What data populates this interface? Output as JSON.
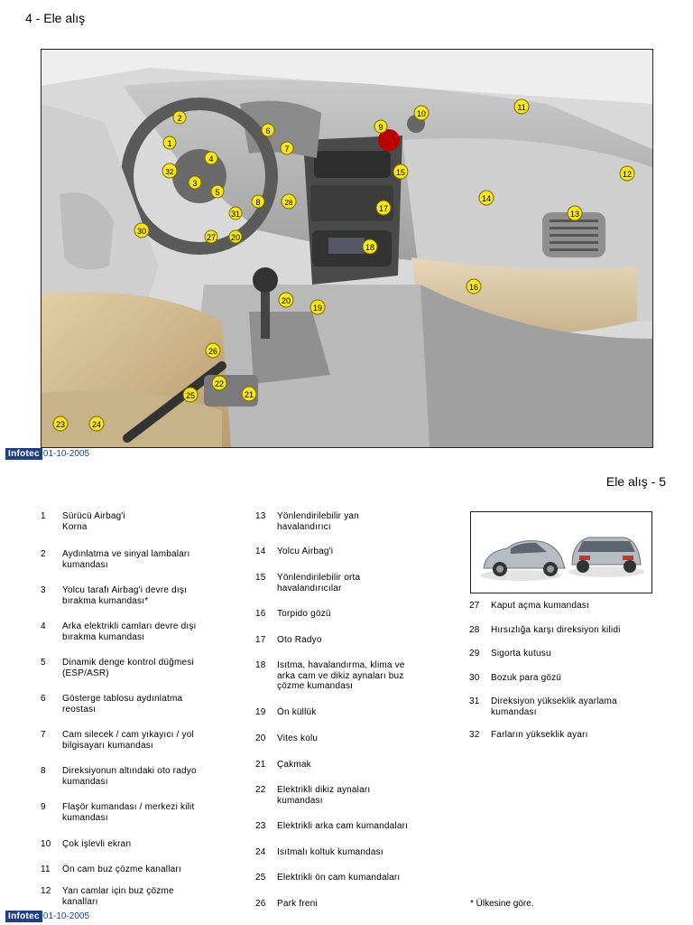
{
  "header": {
    "left_title": "4 - Ele alış",
    "right_title": "Ele alış - 5"
  },
  "footer": {
    "brand": "Infotec",
    "date": "01-10-2005"
  },
  "callouts": [
    "1",
    "2",
    "3",
    "4",
    "5",
    "6",
    "7",
    "8",
    "9",
    "10",
    "11",
    "12",
    "13",
    "14",
    "15",
    "16",
    "17",
    "18",
    "19",
    "20",
    "20",
    "21",
    "22",
    "23",
    "24",
    "25",
    "26",
    "27",
    "28",
    "30",
    "31",
    "32"
  ],
  "items_col1": [
    {
      "n": "1",
      "t": "Sürücü Airbag'i\nKorna"
    },
    {
      "n": "2",
      "t": "Aydınlatma ve sinyal lambaları\nkumandası"
    },
    {
      "n": "3",
      "t": "Yolcu tarafı Airbag'i devre dışı\nbırakma kumandası*"
    },
    {
      "n": "4",
      "t": "Arka elektrikli camları devre dışı\nbırakma kumandası"
    },
    {
      "n": "5",
      "t": "Dinamik denge kontrol düğmesi\n(ESP/ASR)"
    },
    {
      "n": "6",
      "t": "Gösterge tablosu aydınlatma\nreostası"
    },
    {
      "n": "7",
      "t": "Cam silecek / cam yıkayıcı / yol\nbilgisayarı kumandası"
    },
    {
      "n": "8",
      "t": "Direksiyonun altındaki oto radyo\nkumandası"
    },
    {
      "n": "9",
      "t": "Flaşör kumandası / merkezi kilit\nkumandası"
    },
    {
      "n": "10",
      "t": "Çok işlevli ekran"
    },
    {
      "n": "11",
      "t": "Ön cam buz çözme kanalları"
    },
    {
      "n": "12",
      "t": "Yan camlar için buz çözme\nkanalları"
    }
  ],
  "items_col2": [
    {
      "n": "13",
      "t": "Yönlendirilebilir yan\nhavalandırıcı"
    },
    {
      "n": "14",
      "t": "Yolcu Airbag'i"
    },
    {
      "n": "15",
      "t": "Yönlendirilebilir orta\nhavalandırıcılar"
    },
    {
      "n": "16",
      "t": "Torpido gözü"
    },
    {
      "n": "17",
      "t": "Oto Radyo"
    },
    {
      "n": "18",
      "t": "Isıtma, havalandırma, klima ve\narka cam ve dikiz aynaları buz\nçözme kumandası"
    },
    {
      "n": "19",
      "t": "Ön küllük"
    },
    {
      "n": "20",
      "t": "Vites kolu"
    },
    {
      "n": "21",
      "t": "Çakmak"
    },
    {
      "n": "22",
      "t": "Elektrikli dikiz aynaları\nkumandası"
    },
    {
      "n": "23",
      "t": "Elektrikli arka cam kumandaları"
    },
    {
      "n": "24",
      "t": "Isıtmalı koltuk kumandası"
    },
    {
      "n": "25",
      "t": "Elektrikli ön cam kumandaları"
    },
    {
      "n": "26",
      "t": "Park freni"
    }
  ],
  "items_col3": [
    {
      "n": "27",
      "t": "Kaput açma kumandası"
    },
    {
      "n": "28",
      "t": "Hırsızlığa karşı direksiyon kilidi"
    },
    {
      "n": "29",
      "t": "Sigorta kutusu"
    },
    {
      "n": "30",
      "t": "Bozuk para gözü"
    },
    {
      "n": "31",
      "t": "Direksiyon yükseklik ayarlama\nkumandası"
    },
    {
      "n": "32",
      "t": "Farların yükseklik ayarı"
    }
  ],
  "footnote": "* Ülkesine göre."
}
